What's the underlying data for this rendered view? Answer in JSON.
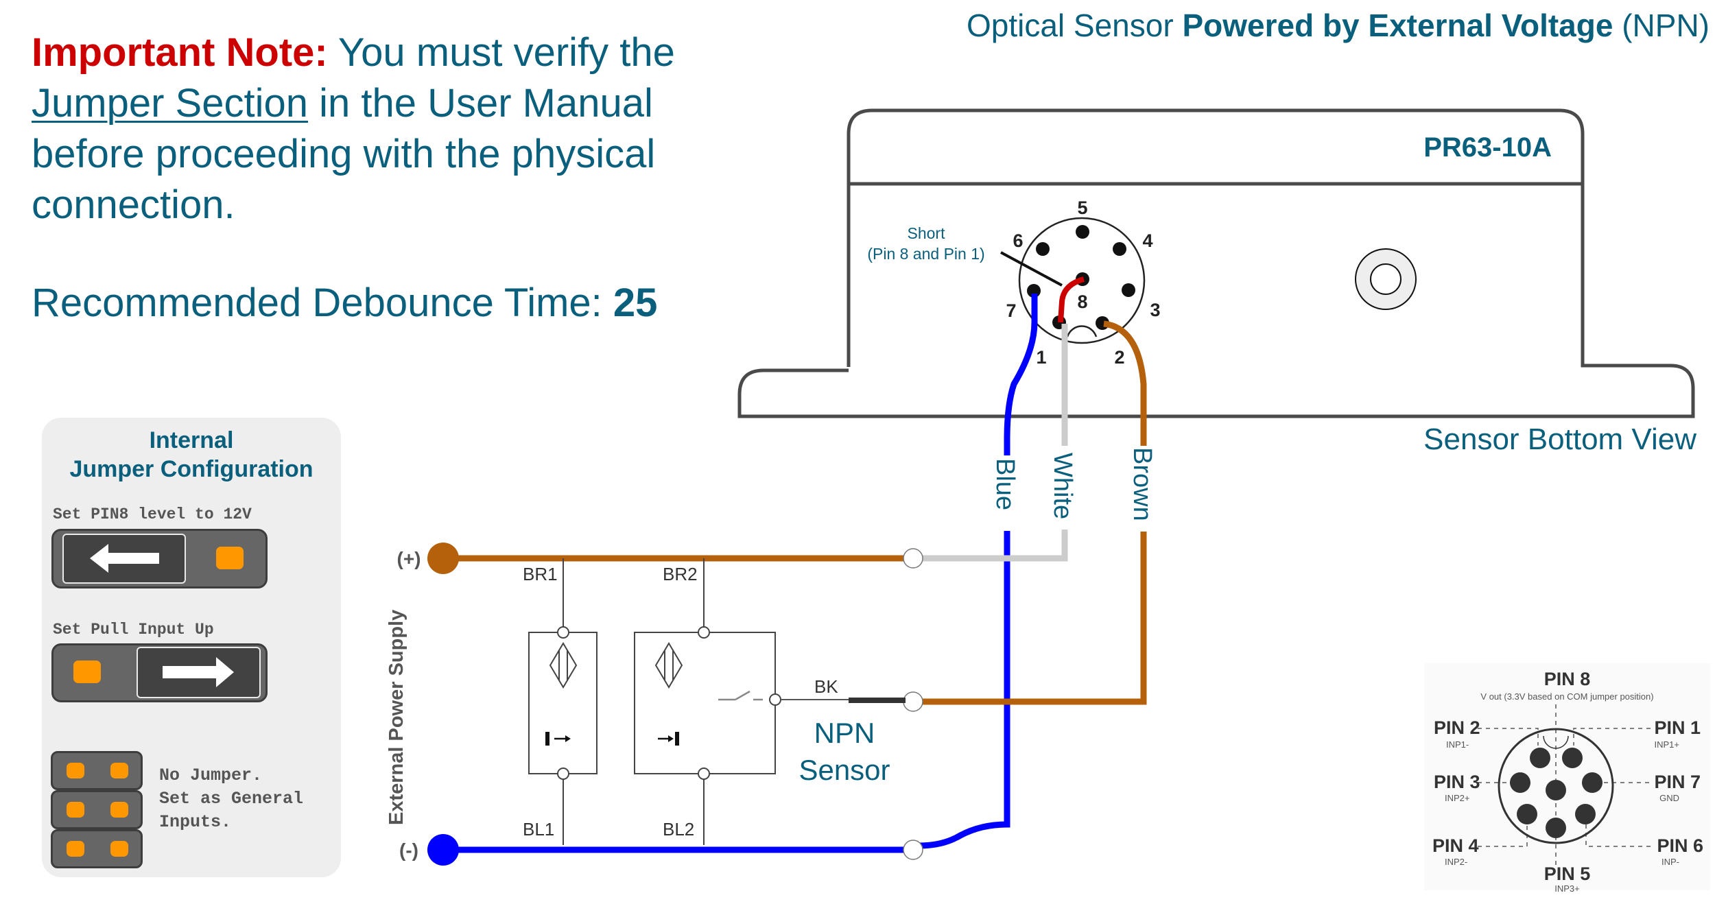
{
  "note": {
    "label": "Important Note:",
    "text_before_link": " You must verify the ",
    "link_text": "Jumper Section",
    "text_after_link": " in the User Manual before proceeding with the physical connection."
  },
  "debounce": {
    "label": "Recommended Debounce Time: ",
    "value": "25"
  },
  "title": {
    "prefix": "Optical Sensor ",
    "bold": "Powered by External Voltage",
    "suffix": " (NPN)"
  },
  "sensor": {
    "model": "PR63-10A",
    "view_label": "Sensor Bottom View",
    "short_label_line1": "Short",
    "short_label_line2": "(Pin 8 and Pin 1)",
    "pin_numbers": [
      "1",
      "2",
      "3",
      "4",
      "5",
      "6",
      "7",
      "8"
    ]
  },
  "wires": {
    "blue": "Blue",
    "white": "White",
    "brown": "Brown"
  },
  "colors": {
    "blue_wire": "#0000ff",
    "white_wire": "#cccccc",
    "brown_wire": "#b5600a",
    "short_wire": "#cc0000",
    "text_teal": "#0a5f7d",
    "important_red": "#cc0000",
    "jumper_pin": "#ff9800"
  },
  "circuit": {
    "supply_label": "External Power Supply",
    "plus": "(+)",
    "minus": "(-)",
    "br1": "BR1",
    "br2": "BR2",
    "bl1": "BL1",
    "bl2": "BL2",
    "bk": "BK",
    "npn_line1": "NPN",
    "npn_line2": "Sensor"
  },
  "jumper": {
    "title_line1": "Internal",
    "title_line2": "Jumper Configuration",
    "config1_label": "Set PIN8 level to 12V",
    "config2_label": "Set Pull Input Up",
    "config3_line1": "No Jumper.",
    "config3_line2": "Set as General",
    "config3_line3": "Inputs."
  },
  "pinout": {
    "pins": [
      {
        "name": "PIN 8",
        "desc": "V out (3.3V based on COM jumper position)"
      },
      {
        "name": "PIN 2",
        "desc": "INP1-"
      },
      {
        "name": "PIN 1",
        "desc": "INP1+"
      },
      {
        "name": "PIN 3",
        "desc": "INP2+"
      },
      {
        "name": "PIN 7",
        "desc": "GND"
      },
      {
        "name": "PIN 4",
        "desc": "INP2-"
      },
      {
        "name": "PIN 6",
        "desc": "INP-"
      },
      {
        "name": "PIN 5",
        "desc": "INP3+"
      }
    ]
  }
}
